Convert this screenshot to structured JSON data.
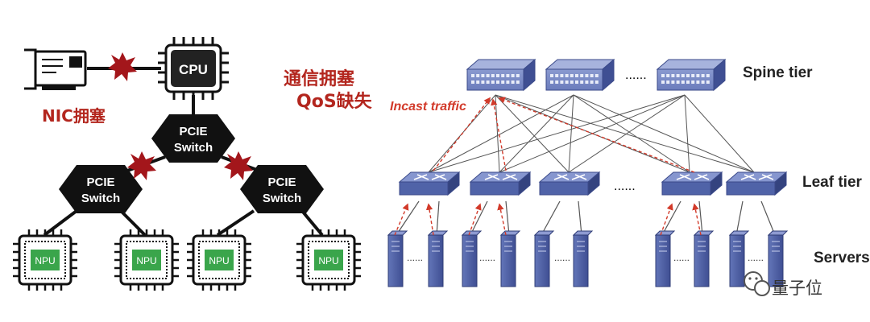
{
  "left_diagram": {
    "cpu_label": "CPU",
    "pcie_switch_label": [
      "PCIE",
      "Switch"
    ],
    "npu_label": "NPU",
    "nic_congestion_label": "NIC拥塞"
  },
  "middle_caption": {
    "line1": "通信拥塞",
    "line2": "QoS缺失"
  },
  "right_diagram": {
    "spine_tier_label": "Spine tier",
    "leaf_tier_label": "Leaf tier",
    "servers_label": "Servers",
    "incast_label": "Incast traffic",
    "ellipsis": "......"
  },
  "watermark": {
    "text": "量子位"
  },
  "colors": {
    "congestion_red": "#b3261e",
    "switch_black": "#111111",
    "npu_green": "#3aa54b",
    "network_blue": "#4a5ea6",
    "incast_red": "#d23a2a"
  }
}
